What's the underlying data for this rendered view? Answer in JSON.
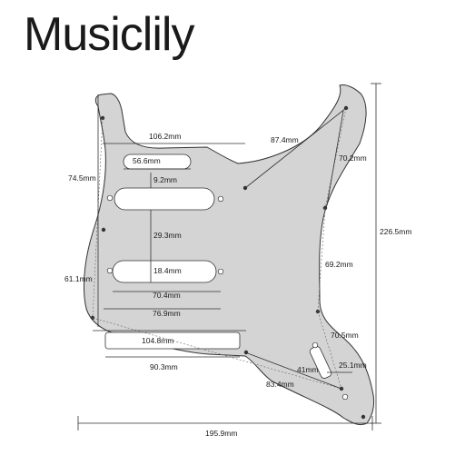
{
  "brand": {
    "name": "Musiclily"
  },
  "colors": {
    "plate": "#d4d4d4",
    "outline": "#333333",
    "text": "#1a1a1a",
    "background": "#ffffff"
  },
  "dimensions": {
    "d_106_2": "106.2mm",
    "d_56_6": "56.6mm",
    "d_87_4": "87.4mm",
    "d_70_2": "70.2mm",
    "d_74_5": "74.5mm",
    "d_9_2": "9.2mm",
    "d_226_5": "226.5mm",
    "d_29_3": "29.3mm",
    "d_69_2": "69.2mm",
    "d_18_4": "18.4mm",
    "d_61_1": "61.1mm",
    "d_70_4": "70.4mm",
    "d_76_9": "76.9mm",
    "d_70_5": "70.5mm",
    "d_104_8": "104.8mm",
    "d_41": "41mm",
    "d_25_1": "25.1mm",
    "d_90_3": "90.3mm",
    "d_83_4": "83.4mm",
    "d_195_9": "195.9mm"
  }
}
